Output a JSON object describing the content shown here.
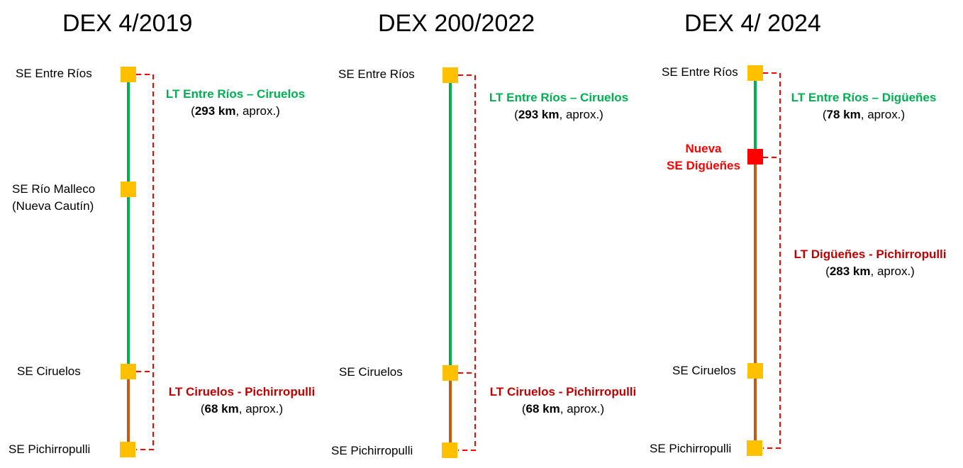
{
  "colors": {
    "existing_line": "#00b050",
    "other_line": "#c55a11",
    "substation": "#ffc000",
    "new_substation": "#ff0000",
    "bracket": "#ff0000",
    "label_green": "#00b050",
    "label_red": "#c00000"
  },
  "panels": [
    {
      "title": "DEX 4/2019",
      "substations": [
        "SE Entre Ríos",
        "SE Río Malleco",
        "(Nueva Cautín)",
        "SE Ciruelos",
        "SE Pichirropulli"
      ],
      "segments": [
        {
          "name": "LT Entre Ríos – Ciruelos",
          "km": "293 km",
          "approx": ", aprox.)"
        },
        {
          "name": "LT Ciruelos - Pichirropulli",
          "km": "68 km",
          "approx": ", aprox.)"
        }
      ]
    },
    {
      "title": "DEX 200/2022",
      "substations": [
        "SE Entre Ríos",
        "SE Ciruelos",
        "SE Pichirropulli"
      ],
      "segments": [
        {
          "name": "LT Entre Ríos – Ciruelos",
          "km": "293 km",
          "approx": ", aprox.)"
        },
        {
          "name": "LT Ciruelos - Pichirropulli",
          "km": "68 km",
          "approx": ", aprox.)"
        }
      ]
    },
    {
      "title": "DEX 4/ 2024",
      "substations": [
        "SE Entre Ríos",
        "Nueva",
        "SE Digüeñes",
        "SE Ciruelos",
        "SE Pichirropulli"
      ],
      "segments": [
        {
          "name": "LT Entre Ríos – Digüeñes",
          "km": "78 km",
          "approx": ", aprox.)"
        },
        {
          "name": "LT Digüeñes - Pichirropulli",
          "km": "283 km",
          "approx": ", aprox.)"
        }
      ]
    }
  ],
  "open_paren": "("
}
